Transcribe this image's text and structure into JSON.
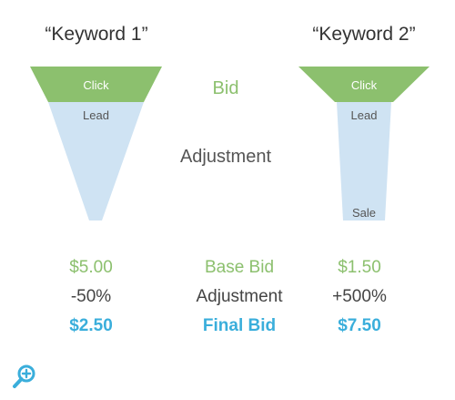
{
  "keyword1": {
    "title": "“Keyword 1”",
    "funnel": {
      "top_label": "Click",
      "middle_label": "Lead"
    },
    "base_bid": "$5.00",
    "adjustment": "-50%",
    "final_bid": "$2.50"
  },
  "keyword2": {
    "title": "“Keyword 2”",
    "funnel": {
      "top_label": "Click",
      "middle_label": "Lead",
      "bottom_label": "Sale"
    },
    "base_bid": "$1.50",
    "adjustment": "+500%",
    "final_bid": "$7.50"
  },
  "center": {
    "bid_label": "Bid",
    "adjustment_label": "Adjustment"
  },
  "rows": {
    "base_bid_label": "Base Bid",
    "adjustment_label": "Adjustment",
    "final_bid_label": "Final Bid"
  },
  "colors": {
    "green": "#8cc06e",
    "light_blue": "#cfe3f3",
    "blue": "#3aaedb",
    "gray": "#444444"
  },
  "icons": {
    "zoom": "zoom-in-icon"
  }
}
